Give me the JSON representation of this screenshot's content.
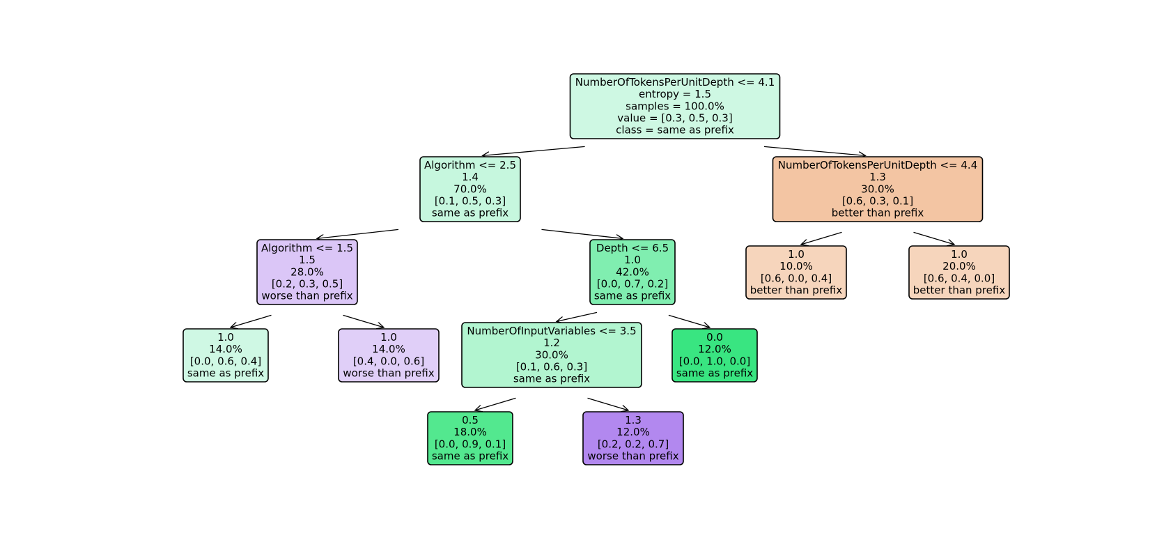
{
  "tree": {
    "nodes": [
      {
        "id": "n0",
        "lines": [
          "NumberOfTokensPerUnitDepth <= 4.1",
          "entropy = 1.5",
          "samples = 100.0%",
          "value = [0.3, 0.5, 0.3]",
          "class = same as prefix"
        ],
        "fill": "#cef8e3"
      },
      {
        "id": "n1",
        "lines": [
          "Algorithm <= 2.5",
          "1.4",
          "70.0%",
          "[0.1, 0.5, 0.3]",
          "same as prefix"
        ],
        "fill": "#c6f7de"
      },
      {
        "id": "n2",
        "lines": [
          "Algorithm <= 1.5",
          "1.5",
          "28.0%",
          "[0.2, 0.3, 0.5]",
          "worse than prefix"
        ],
        "fill": "#dbc6f7"
      },
      {
        "id": "n3",
        "lines": [
          "1.0",
          "14.0%",
          "[0.0, 0.6, 0.4]",
          "same as prefix"
        ],
        "fill": "#cff8e4"
      },
      {
        "id": "n4",
        "lines": [
          "1.0",
          "14.0%",
          "[0.4, 0.0, 0.6]",
          "worse than prefix"
        ],
        "fill": "#e0cff8"
      },
      {
        "id": "n5",
        "lines": [
          "Depth <= 6.5",
          "1.0",
          "42.0%",
          "[0.0, 0.7, 0.2]",
          "same as prefix"
        ],
        "fill": "#80eeb0"
      },
      {
        "id": "n6",
        "lines": [
          "NumberOfInputVariables <= 3.5",
          "1.2",
          "30.0%",
          "[0.1, 0.6, 0.3]",
          "same as prefix"
        ],
        "fill": "#b2f5d0"
      },
      {
        "id": "n7",
        "lines": [
          "0.5",
          "18.0%",
          "[0.0, 0.9, 0.1]",
          "same as prefix"
        ],
        "fill": "#53e88f"
      },
      {
        "id": "n8",
        "lines": [
          "1.3",
          "12.0%",
          "[0.2, 0.2, 0.7]",
          "worse than prefix"
        ],
        "fill": "#b288ef"
      },
      {
        "id": "n9",
        "lines": [
          "0.0",
          "12.0%",
          "[0.0, 1.0, 0.0]",
          "same as prefix"
        ],
        "fill": "#39e581"
      },
      {
        "id": "n10",
        "lines": [
          "NumberOfTokensPerUnitDepth <= 4.4",
          "1.3",
          "30.0%",
          "[0.6, 0.3, 0.1]",
          "better than prefix"
        ],
        "fill": "#f3c5a3"
      },
      {
        "id": "n11",
        "lines": [
          "1.0",
          "10.0%",
          "[0.6, 0.0, 0.4]",
          "better than prefix"
        ],
        "fill": "#f6d5bc"
      },
      {
        "id": "n12",
        "lines": [
          "1.0",
          "20.0%",
          "[0.6, 0.4, 0.0]",
          "better than prefix"
        ],
        "fill": "#f6d5bc"
      }
    ],
    "edges": [
      [
        "n0",
        "n1"
      ],
      [
        "n0",
        "n10"
      ],
      [
        "n1",
        "n2"
      ],
      [
        "n1",
        "n5"
      ],
      [
        "n2",
        "n3"
      ],
      [
        "n2",
        "n4"
      ],
      [
        "n5",
        "n6"
      ],
      [
        "n5",
        "n9"
      ],
      [
        "n6",
        "n7"
      ],
      [
        "n6",
        "n8"
      ],
      [
        "n10",
        "n11"
      ],
      [
        "n10",
        "n12"
      ]
    ]
  }
}
